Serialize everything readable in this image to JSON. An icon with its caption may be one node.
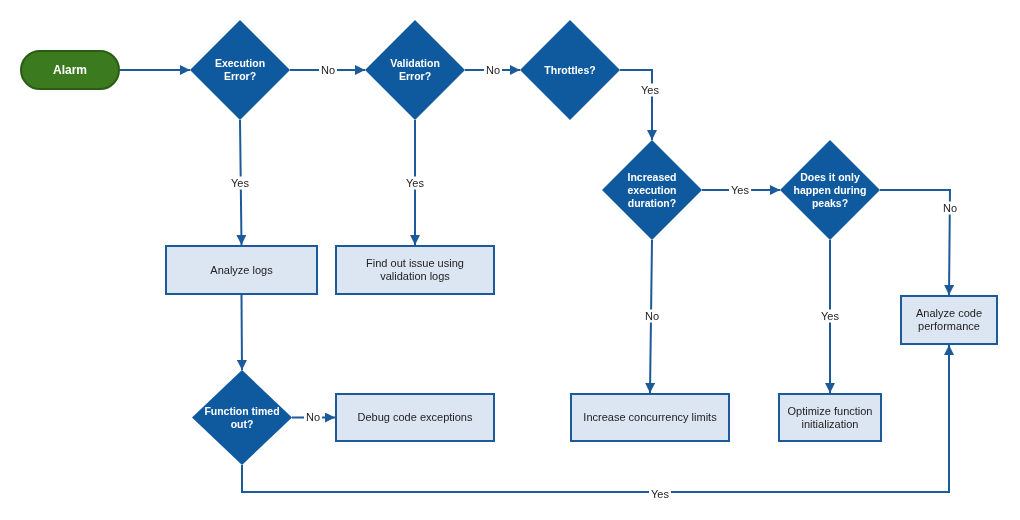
{
  "diagram": {
    "nodes": [
      {
        "text": [
          "Alarm"
        ]
      },
      {
        "text": [
          "Execution Error?"
        ]
      },
      {
        "text": [
          "Validation Error?"
        ]
      },
      {
        "text": [
          "Throttles?"
        ]
      },
      {
        "text": [
          "Analyze logs"
        ]
      },
      {
        "text": [
          "Find out issue using validation logs"
        ]
      },
      {
        "text": [
          "Increased execution duration?"
        ]
      },
      {
        "text": [
          "Does it only happen during peaks?"
        ]
      },
      {
        "text": [
          "Function timed out?"
        ]
      },
      {
        "text": [
          "Debug code exceptions"
        ]
      },
      {
        "text": [
          "Increase concurrency limits"
        ]
      },
      {
        "text": [
          "Optimize function initialization"
        ]
      },
      {
        "text": [
          "Analyze code performance"
        ]
      }
    ],
    "edges": [
      {
        "from": 0,
        "to": 1,
        "arrow": "to"
      },
      {
        "from": 1,
        "to": 2,
        "arrow": "to",
        "label": "No"
      },
      {
        "from": 2,
        "to": 3,
        "arrow": "to",
        "label": "No"
      },
      {
        "from": 3,
        "to": 6,
        "arrow": "to",
        "label": "Yes"
      },
      {
        "from": 1,
        "to": 4,
        "arrow": "to",
        "label": "Yes"
      },
      {
        "from": 2,
        "to": 5,
        "arrow": "to",
        "label": "Yes"
      },
      {
        "from": 6,
        "to": 7,
        "arrow": "to",
        "label": "Yes"
      },
      {
        "from": 7,
        "to": 12,
        "arrow": "to",
        "label": "No"
      },
      {
        "from": 6,
        "to": 10,
        "arrow": "to",
        "label": "No"
      },
      {
        "from": 7,
        "to": 11,
        "arrow": "to",
        "label": "Yes"
      },
      {
        "from": 4,
        "to": 8,
        "arrow": "to"
      },
      {
        "from": 8,
        "to": 9,
        "arrow": "to",
        "label": "No"
      },
      {
        "from": 8,
        "to": 12,
        "arrow": "to",
        "label": "Yes"
      }
    ]
  }
}
